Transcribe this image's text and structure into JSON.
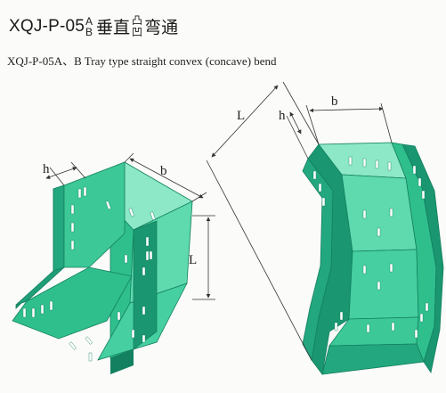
{
  "header": {
    "code": "XQJ-P-05",
    "variant_top": "A",
    "variant_bottom": "B",
    "cn_prefix": "垂直",
    "cn_mark_top": "凸",
    "cn_mark_bottom": "凹",
    "cn_suffix": "弯通"
  },
  "subtitle": "XQJ-P-05A、B Tray type straight convex (concave) bend",
  "left_figure": {
    "label_h": "h",
    "label_b": "b",
    "label_L": "L"
  },
  "right_figure": {
    "label_L": "L",
    "label_h": "h",
    "label_b": "b"
  },
  "colors": {
    "tray_light": "#5fd9ae",
    "tray_mid": "#2fbf8d",
    "tray_dark": "#1a9670",
    "tray_top": "#8ce8c6",
    "slot": "#ffffff",
    "dimension_line": "#333333"
  }
}
